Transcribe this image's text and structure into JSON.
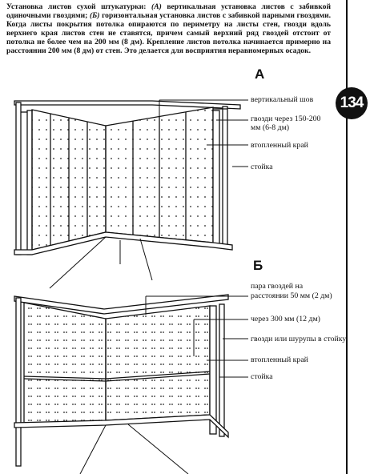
{
  "caption": {
    "lead": "Установка листов сухой штукатурки:",
    "part_a_marker": "(А)",
    "part_a": " вертикальная установка листов с забивкой одиночными гвоздями;",
    "part_b_marker": "(Б)",
    "part_b": " горизонтальная установка листов с забивкой парными гвоздями. Когда листы покрытия потолка опираются по периметру на листы стен, гвозди вдоль верхнего края листов стен не ставятся, причем самый верхний ряд гвоздей отстоит от потолка не более чем на 200 мм (8 дм). Крепление листов потолка начинается примерно на расстоянии 200 мм (8 дм) от стен. Это делается для восприятия неравномерных осадок."
  },
  "page_number": "134",
  "figure_a": {
    "letter": "А",
    "labels": {
      "seam": "вертикальный шов",
      "nails_line1": "гвозди через 150-200",
      "nails_line2": "мм (6-8 дм)",
      "recessed_edge": "втопленный край",
      "stud": "стойка"
    }
  },
  "figure_b": {
    "letter": "Б",
    "labels": {
      "pair_line1": "пара гвоздей на",
      "pair_line2": "расстоянии 50 мм (2 дм)",
      "spacing": "через 300 мм (12 дм)",
      "nails_screws": "гвозди или шурупы в стойку",
      "recessed_edge": "втопленный край",
      "stud": "стойка"
    }
  }
}
